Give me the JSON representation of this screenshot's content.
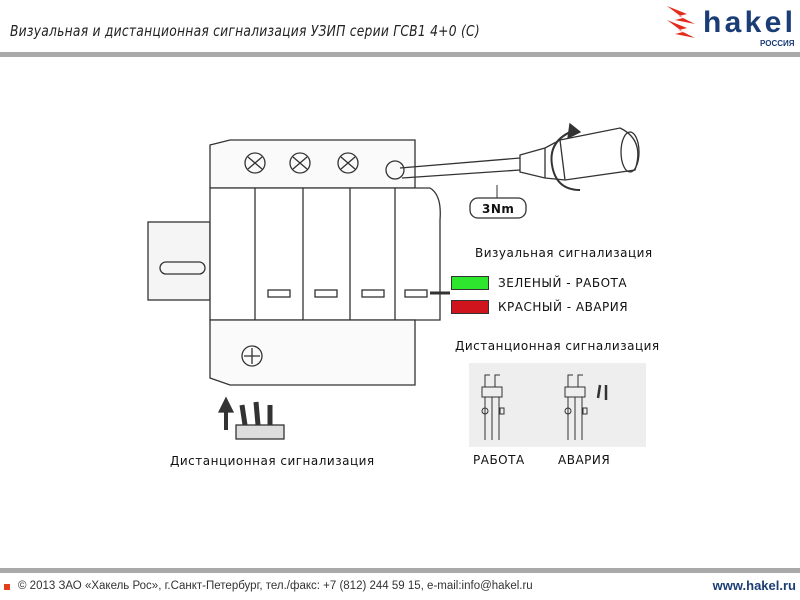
{
  "header": {
    "title": "Визуальная и дистанционная сигнализация УЗИП серии ГСВ1 4+0 (С)",
    "logo_text": "hakel",
    "logo_sub": "РОССИЯ"
  },
  "diagram": {
    "torque_label": "3Nm",
    "visual_heading": "Визуальная сигнализация",
    "legend": [
      {
        "label": "ЗЕЛЕНЫЙ - РАБОТА",
        "color": "#2ee62e"
      },
      {
        "label": "КРАСНЫЙ - АВАРИЯ",
        "color": "#d0141e"
      }
    ],
    "remote_heading": "Дистанционная сигнализация",
    "states": [
      "РАБОТА",
      "АВАРИЯ"
    ],
    "connector_label": "Дистанционная сигнализация"
  },
  "footer": {
    "copyright": "© 2013 ЗАО «Хакель Рос», г.Санкт-Петербург, тел./факс: +7 (812) 244 59 15, e-mail:info@hakel.ru",
    "website": "www.hakel.ru"
  }
}
